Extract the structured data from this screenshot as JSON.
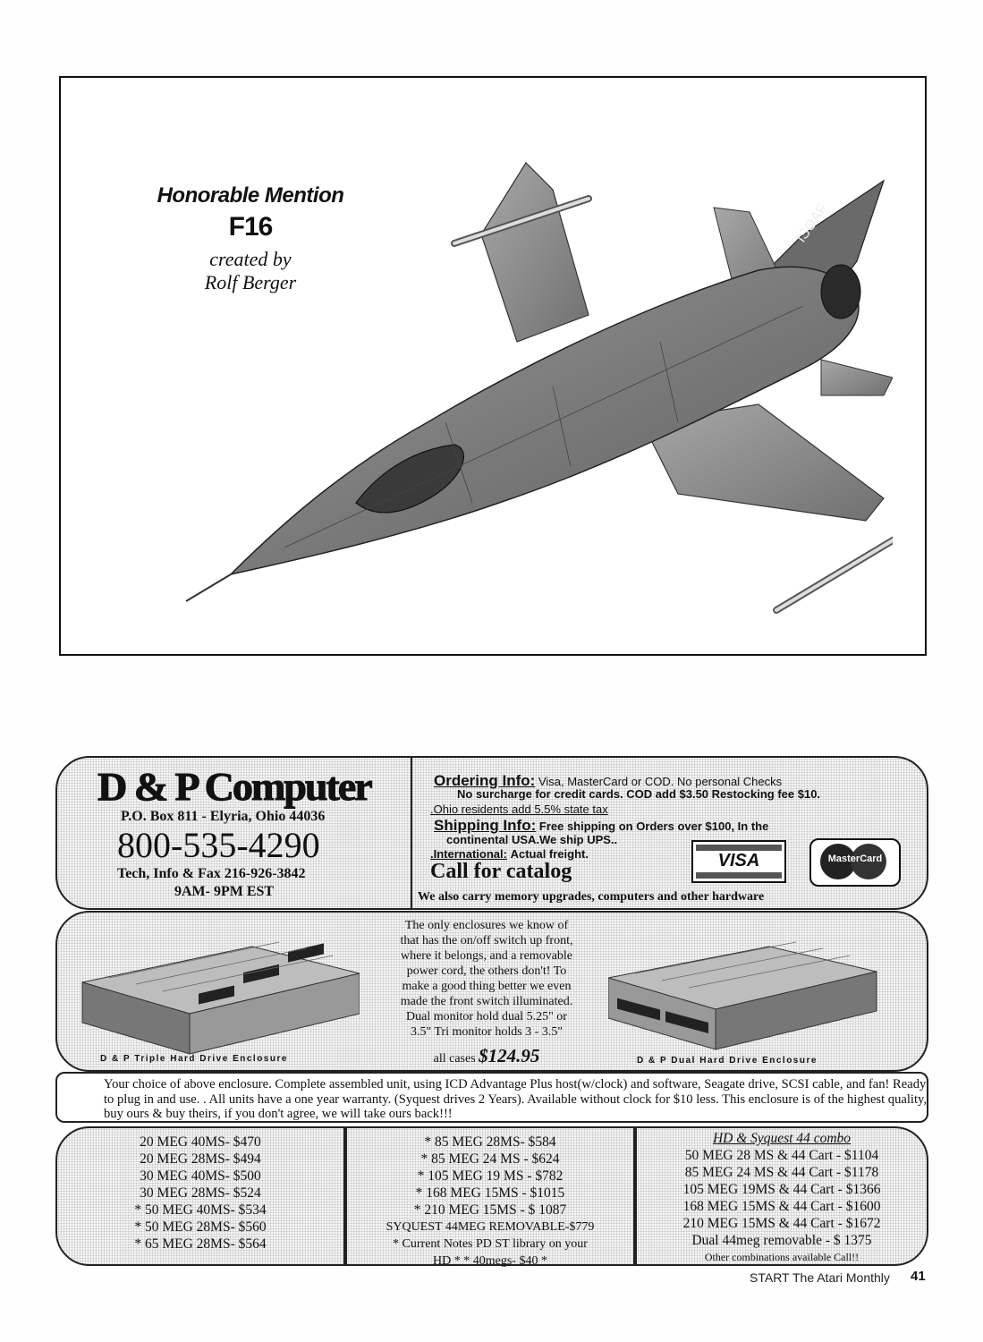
{
  "image_frame": {
    "caption_line1": "Honorable Mention",
    "caption_line2": "F16",
    "caption_line3": "created by",
    "caption_line4": "Rolf Berger",
    "tail_marking": "ISOAF"
  },
  "ad": {
    "brand": "D & P Computer",
    "address": "P.O. Box 811 - Elyria, Ohio 44036",
    "phone": "800-535-4290",
    "fax": "Tech, Info & Fax 216-926-3842",
    "hours": "9AM- 9PM EST",
    "ordering_header": "Ordering Info:",
    "ordering_text": "Visa, MasterCard or COD. No personal Checks",
    "ordering_line2": "No surcharge for credit cards. COD add $3.50 Restocking fee $10.",
    "ordering_line3": ".Ohio residents add 5.5% state tax",
    "shipping_header": "Shipping Info:",
    "shipping_text": "Free shipping on Orders over $100, In the",
    "shipping_line2": "continental USA.We ship UPS..",
    "international_header": ".International:",
    "international_text": "Actual freight.",
    "catalog": "Call for catalog",
    "memory_line": "We also carry memory upgrades, computers and other hardware",
    "visa_label": "VISA",
    "mastercard_label": "MasterCard",
    "enclosure_left_caption": "D & P Triple Hard Drive Enclosure",
    "enclosure_right_caption": "D & P Dual Hard Drive Enclosure",
    "description_lines": [
      "The only enclosures we know of",
      "that has the on/off switch up front,",
      "where it belongs, and a removable",
      "power cord, the others don't! To",
      "make a good thing better we even",
      "made the front switch illuminated.",
      "Dual monitor hold dual 5.25\" or",
      "3.5\" Tri monitor holds 3 - 3.5\""
    ],
    "price_prefix": "all cases",
    "price_value": "$124.95",
    "warranty_text": "Your choice of above enclosure. Complete assembled unit, using ICD Advantage Plus host(w/clock) and software, Seagate drive, SCSI cable, and fan! Ready to plug in and use. . All units have a one year warranty. (Syquest drives 2 Years). Available without clock for $10 less. This enclosure is of the highest quality, buy ours & buy theirs, if you don't agree, we will take ours back!!!",
    "price_col1": [
      "20 MEG 40MS- $470",
      "20 MEG 28MS- $494",
      "30 MEG 40MS- $500",
      "30 MEG 28MS- $524",
      "* 50 MEG 40MS- $534",
      "* 50 MEG 28MS- $560",
      "* 65 MEG 28MS- $564"
    ],
    "price_col2": [
      "* 85 MEG 28MS- $584",
      "* 85 MEG 24 MS - $624",
      "* 105 MEG 19 MS - $782",
      "* 168 MEG 15MS - $1015",
      "* 210 MEG 15MS - $ 1087",
      "SYQUEST 44MEG REMOVABLE-$779",
      "* Current Notes PD ST library on your",
      "HD *      * 40megs-  $40 *"
    ],
    "combo_title": "HD & Syquest 44 combo",
    "price_col3": [
      "50 MEG 28 MS & 44 Cart - $1104",
      "85 MEG 24 MS & 44 Cart - $1178",
      "105 MEG 19MS & 44 Cart - $1366",
      "168 MEG 15MS & 44 Cart - $1600",
      "210 MEG 15MS & 44 Cart - $1672",
      "Dual 44meg removable - $ 1375"
    ],
    "combo_note": "Other combinations available Call!!"
  },
  "footer": {
    "publication": "START The Atari Monthly",
    "page_number": "41"
  }
}
